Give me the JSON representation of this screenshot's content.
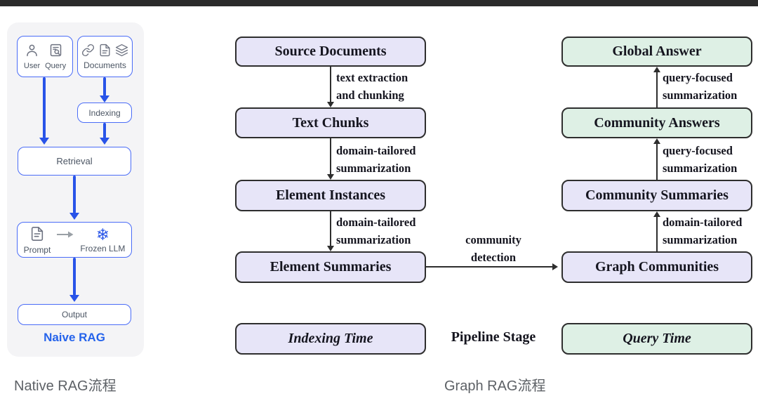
{
  "naive": {
    "user_label": "User",
    "query_label": "Query",
    "documents_label": "Documents",
    "indexing_label": "Indexing",
    "retrieval_label": "Retrieval",
    "prompt_label": "Prompt",
    "frozen_llm_label": "Frozen LLM",
    "snowflake_glyph": "❄",
    "output_label": "Output",
    "title": "Naive RAG",
    "caption": "Native RAG流程",
    "accent_blue": "#2853e8",
    "border_blue": "#4a6cf7"
  },
  "graph": {
    "index": {
      "boxes": [
        "Source Documents",
        "Text Chunks",
        "Element Instances",
        "Element Summaries"
      ],
      "footer": "Indexing Time",
      "edges": [
        [
          "text extraction",
          "and chunking"
        ],
        [
          "domain-tailored",
          "summarization"
        ],
        [
          "domain-tailored",
          "summarization"
        ]
      ]
    },
    "query": {
      "boxes": [
        "Global Answer",
        "Community Answers",
        "Community Summaries",
        "Graph Communities"
      ],
      "footer": "Query Time",
      "edges": [
        [
          "query-focused",
          "summarization"
        ],
        [
          "query-focused",
          "summarization"
        ],
        [
          "domain-tailored",
          "summarization"
        ]
      ]
    },
    "cross_edge": [
      "community",
      "detection"
    ],
    "pipeline_stage": "Pipeline Stage",
    "caption": "Graph RAG流程",
    "colors": {
      "lavender": "#e7e5f8",
      "green": "#def0e5",
      "border": "#2e2e2e"
    }
  }
}
